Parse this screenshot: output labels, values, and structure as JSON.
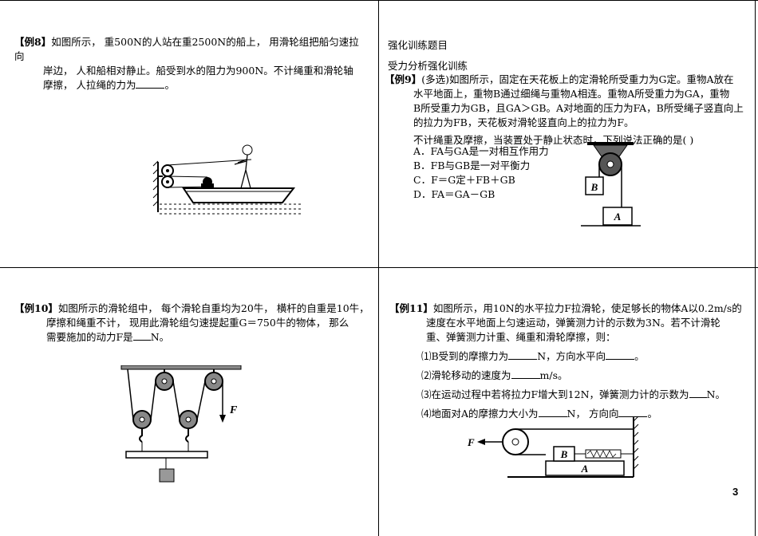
{
  "p8": {
    "tag": "【例8】",
    "line1": "如图所示， 重500N的人站在重2500N的船上， 用滑轮组把船匀速拉向",
    "line2": "岸边， 人和船相对静止。船受到水的阻力为900N。不计绳重和滑轮轴",
    "line3a": "摩擦， 人拉绳的力为",
    "line3b": "。"
  },
  "p9": {
    "heading1": "强化训练题目",
    "heading2": "受力分析强化训练",
    "tag": "【例9】",
    "l1": "(多选)如图所示，固定在天花板上的定滑轮所受重力为G定。重物A放在",
    "l2": "水平地面上，重物B通过细绳与重物A相连。重物A所受重力为GA，重物",
    "l3": "B所受重力为GB，且GA＞GB。A对地面的压力为FA，B所受绳子竖直向上",
    "l4": "的拉力为FB，天花板对滑轮竖直向上的拉力为F。",
    "l5": "不计绳重及摩擦，当装置处于静止状态时，下列说法正确的是(    )",
    "opt_a": "A．FA与GA是一对相互作用力",
    "opt_b": "B．FB与GB是一对平衡力",
    "opt_c": "C．F＝G定＋FB＋GB",
    "opt_d": "D．FA＝GA－GB",
    "label_b": "B",
    "label_a": "A"
  },
  "p10": {
    "tag": "【例10】",
    "l1": "如图所示的滑轮组中， 每个滑轮自重均为20牛， 横杆的自重是10牛，",
    "l2": "摩擦和绳重不计， 现用此滑轮组匀速提起重G＝750牛的物体， 那么",
    "l3a": "需要施加的动力F是",
    "l3b": "N。",
    "label_f": "F"
  },
  "p11": {
    "tag": "【例11】",
    "l1": "如图所示，用10N的水平拉力F拉滑轮，使足够长的物体A以0.2m/s的",
    "l2": "速度在水平地面上匀速运动，弹簧测力计的示数为3N。若不计滑轮",
    "l3": "重、弹簧测力计重、绳重和滑轮摩擦，则：",
    "q1a": "⑴B受到的摩擦力为",
    "q1b": "N，方向水平向",
    "q1c": "。",
    "q2a": "⑵滑轮移动的速度为",
    "q2b": "m/s。",
    "q3a": "⑶在运动过程中若将拉力F增大到12N，弹簧测力计的示数为",
    "q3b": "N。",
    "q4a": "⑷地面对A的摩擦力大小为",
    "q4b": "N， 方向向",
    "q4c": "。",
    "label_f": "F",
    "label_b": "B",
    "label_a": "A"
  },
  "page_number": "3"
}
